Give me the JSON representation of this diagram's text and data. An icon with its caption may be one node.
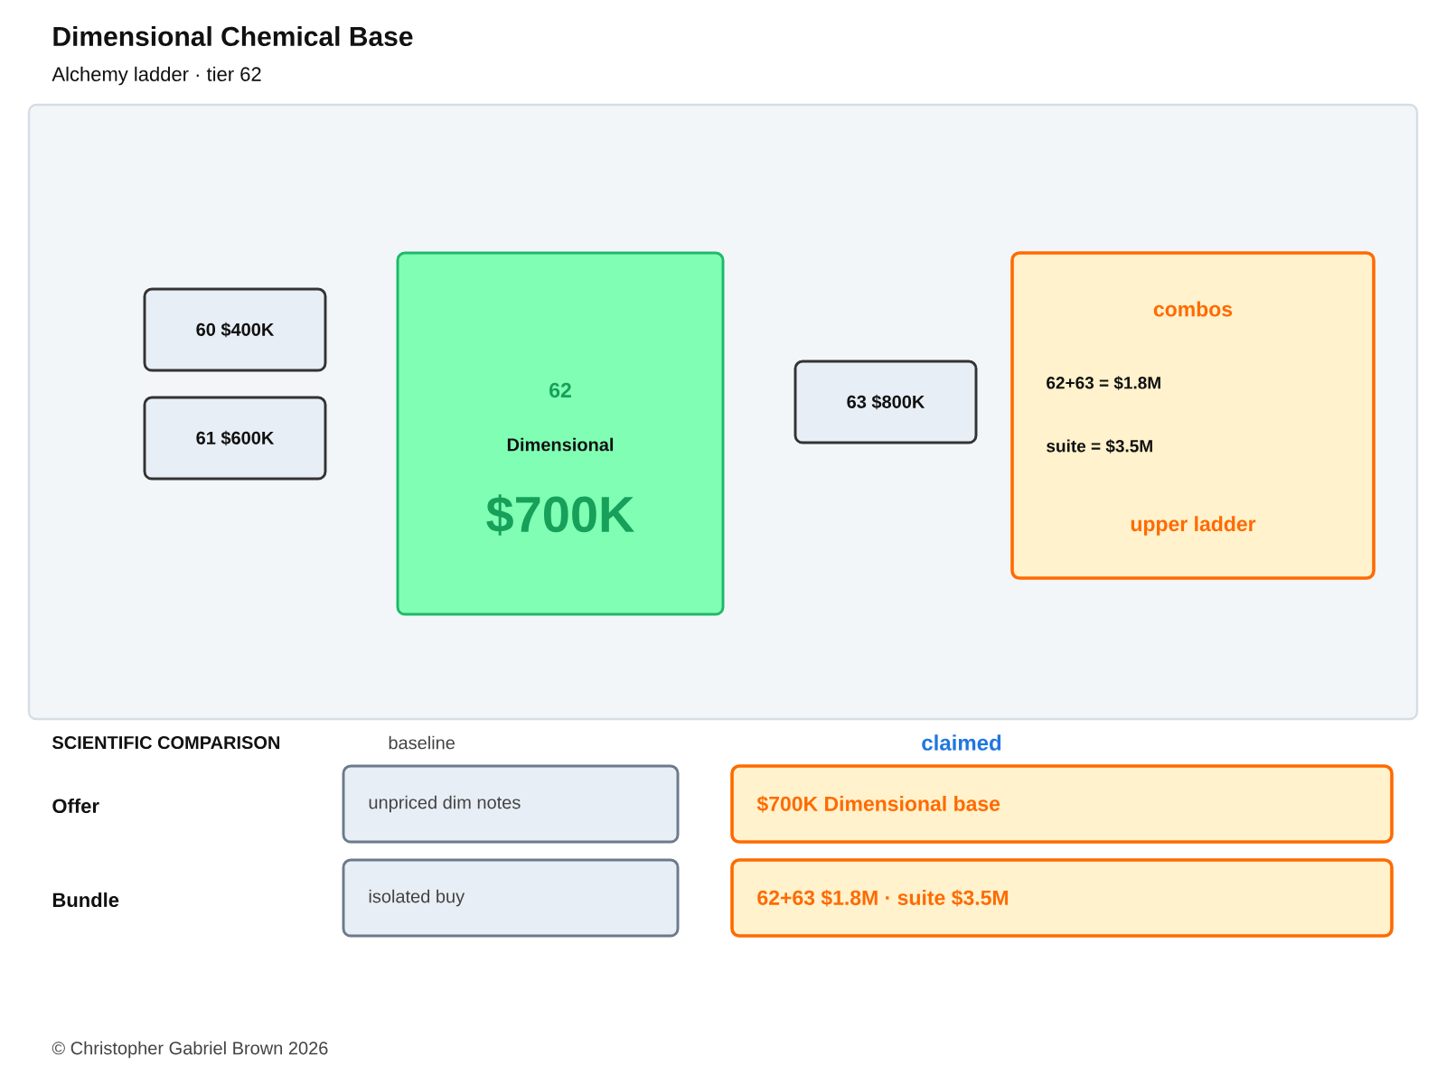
{
  "diagram": {
    "title": "Dimensional Chemical Base",
    "nodes": [
      {
        "text": [],
        "shape": "box"
      },
      {
        "text": [
          "60 $400K"
        ],
        "in": 0
      },
      {
        "text": [
          "61 $600K"
        ],
        "in": 0
      },
      {
        "text": [
          "62",
          "Dimensional",
          "$700K"
        ],
        "in": 0
      },
      {
        "text": [
          "63 $800K"
        ],
        "in": 0
      },
      {
        "text": [
          "combos",
          "62+63 = $1.8M",
          "suite = $3.5M",
          "upper ladder"
        ],
        "in": 0
      },
      {
        "text": [
          "unpriced dim notes"
        ]
      },
      {
        "text": [
          "$700K Dimensional base"
        ]
      },
      {
        "text": [
          "isolated buy"
        ]
      },
      {
        "text": [
          "62+63 $1.8M · suite $3.5M"
        ]
      }
    ],
    "edges": [],
    "labels": [
      "Alchemy ladder · tier 62",
      "SCIENTIFIC COMPARISON",
      "baseline",
      "claimed",
      "Offer",
      "Bundle",
      "© Christopher Gabriel Brown 2026"
    ]
  }
}
